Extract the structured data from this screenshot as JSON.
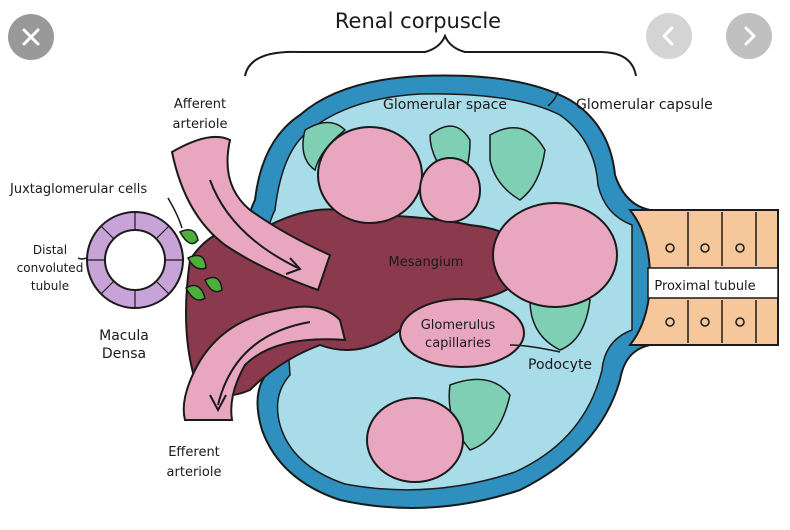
{
  "overlay": {
    "close_icon": "close-icon",
    "prev_icon": "chevron-left-icon",
    "next_icon": "chevron-right-icon"
  },
  "diagram": {
    "labels": {
      "renal_corpuscle": "Renal corpuscle",
      "glomerular_space": "Glomerular space",
      "glomerular_capsule": "Glomerular capsule",
      "afferent_1": "Afferent",
      "afferent_2": "arteriole",
      "juxtaglomerular": "Juxtaglomerular cells",
      "distal_1": "Distal",
      "distal_2": "convoluted",
      "distal_3": "tubule",
      "mesangium": "Mesangium",
      "proximal": "Proximal tubule",
      "glomerulus_1": "Glomerulus",
      "glomerulus_2": "capillaries",
      "podocyte": "Podocyte",
      "macula_1": "Macula",
      "macula_2": "Densa",
      "efferent_1": "Efferent",
      "efferent_2": "arteriole"
    },
    "colors": {
      "capsule_fill": "#a8dce8",
      "capsule_wall": "#2f8fbf",
      "mesangium": "#8b3a4e",
      "capillary": "#e8a7bf",
      "podocyte": "#7fcfb5",
      "proximal": "#f6c79a",
      "jg_cells": "#4caf3a",
      "distal": "#c7a3d8",
      "outline": "#1a1a1a"
    }
  }
}
